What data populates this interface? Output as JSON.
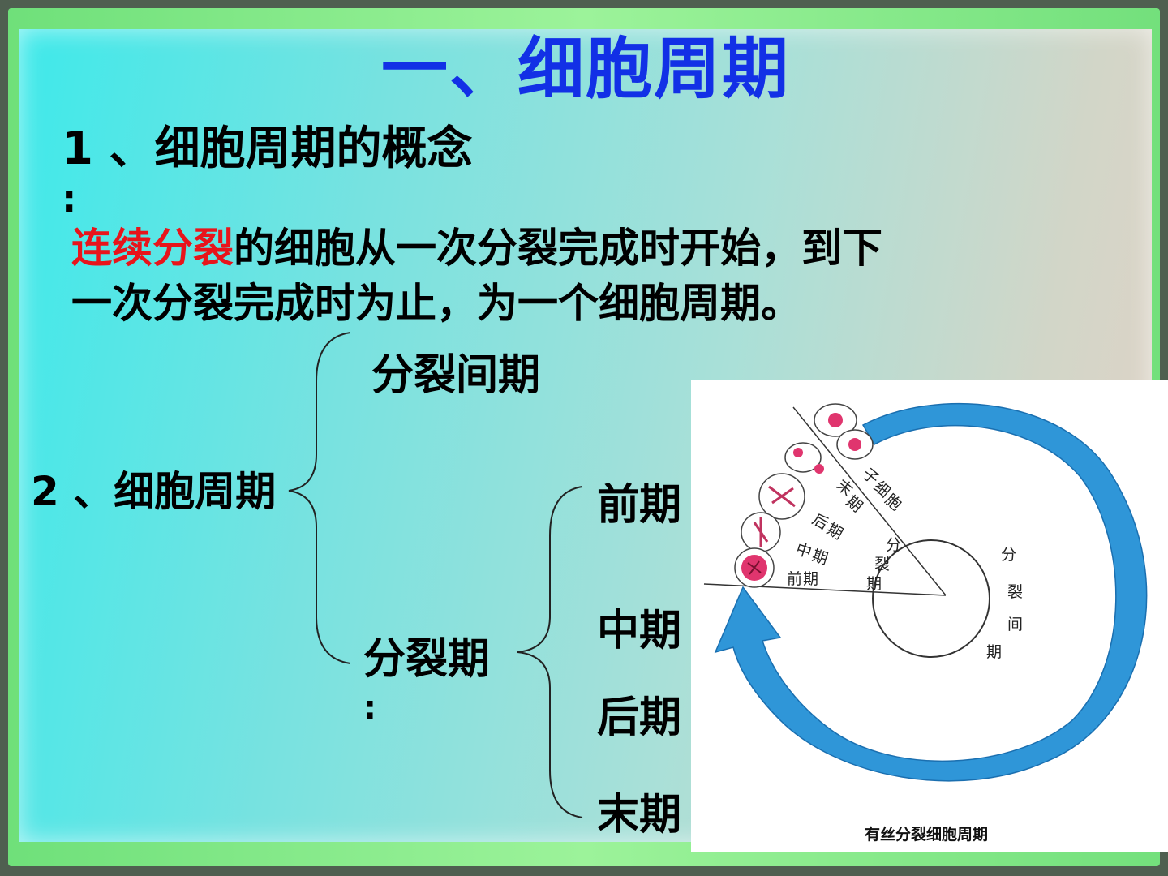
{
  "slide": {
    "title": "一、细胞周期",
    "section1": {
      "heading": "1 、细胞周期的概念",
      "colon": ":",
      "line1_highlight": "连续分裂",
      "line1_rest": "的细胞从一次分裂完成时开始，到下",
      "line2": "一次分裂完成时为止，为一个细胞周期。"
    },
    "section2": {
      "heading": "2 、细胞周期",
      "interphase": "分裂间期",
      "mitosis": "分裂期",
      "mitosis_colon": ":",
      "phases": [
        "前期",
        "中期",
        "后期",
        "末期"
      ]
    },
    "figure": {
      "caption": "有丝分裂细胞周期",
      "labels": {
        "daughter": [
          "子",
          "细",
          "胞"
        ],
        "telophase": [
          "末",
          "期"
        ],
        "anaphase": [
          "后",
          "期"
        ],
        "metaphase": [
          "中",
          "期"
        ],
        "prophase": [
          "前",
          "期"
        ],
        "mitosis": [
          "分",
          "裂",
          "期"
        ],
        "interphase": [
          "分",
          "裂",
          "间",
          "期"
        ]
      }
    }
  },
  "colors": {
    "title": "#1230e6",
    "highlight": "#e8141b",
    "arrow": "#2f96d8",
    "cell_nucleus": "#e0356e"
  }
}
